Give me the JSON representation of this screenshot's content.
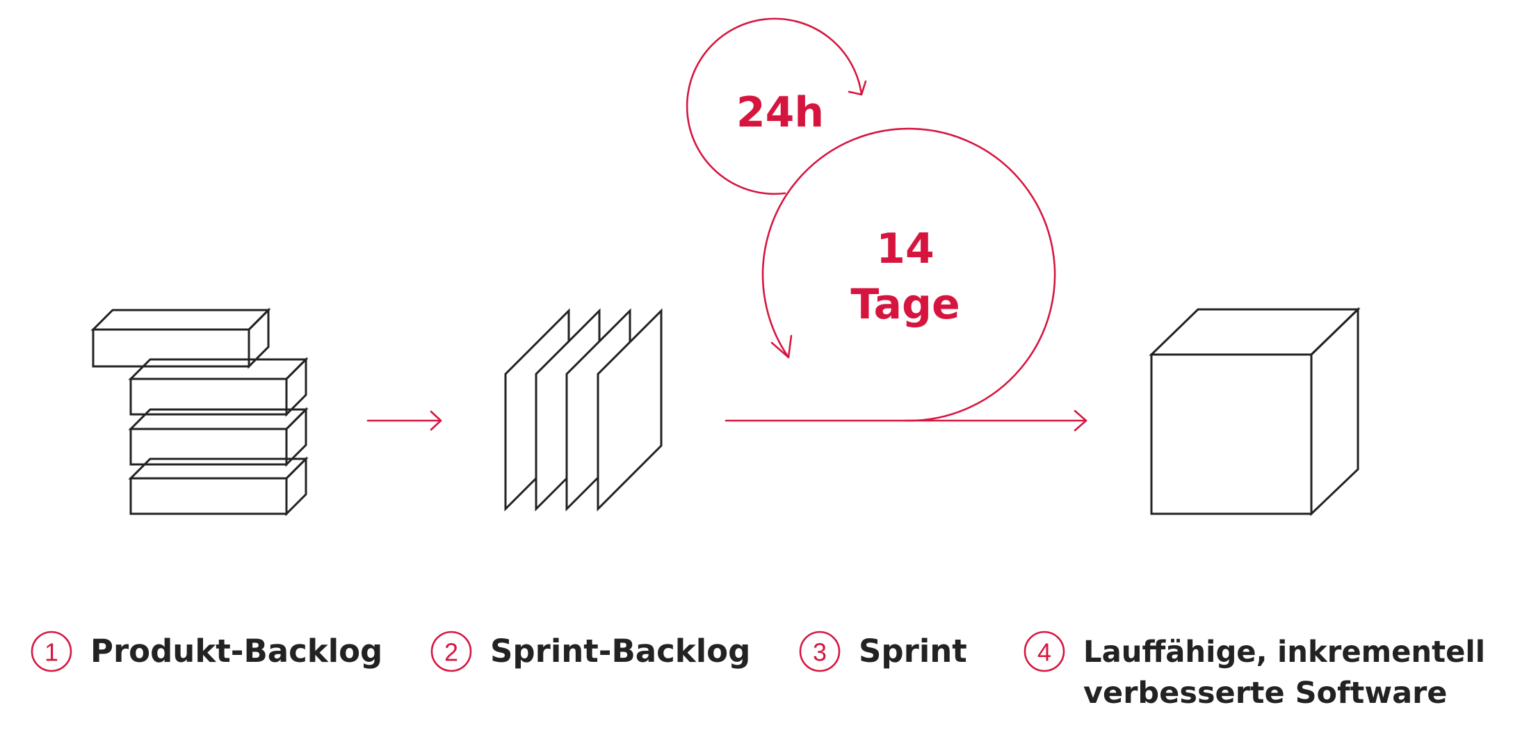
{
  "colors": {
    "accent": "#d6153f",
    "ink": "#222222",
    "background": "#ffffff"
  },
  "icons": {
    "stack": "stacked-blocks-icon",
    "sheets": "stacked-sheets-icon",
    "cube": "cube-icon"
  },
  "cycles": {
    "daily": "24h",
    "sprint_number": "14",
    "sprint_unit": "Tage"
  },
  "legend": [
    {
      "number": "1",
      "lines": [
        "Produkt-Backlog"
      ]
    },
    {
      "number": "2",
      "lines": [
        "Sprint-Backlog"
      ]
    },
    {
      "number": "3",
      "lines": [
        "Sprint"
      ]
    },
    {
      "number": "4",
      "lines": [
        "Lauffähige, inkrementell",
        "verbesserte Software"
      ]
    }
  ]
}
